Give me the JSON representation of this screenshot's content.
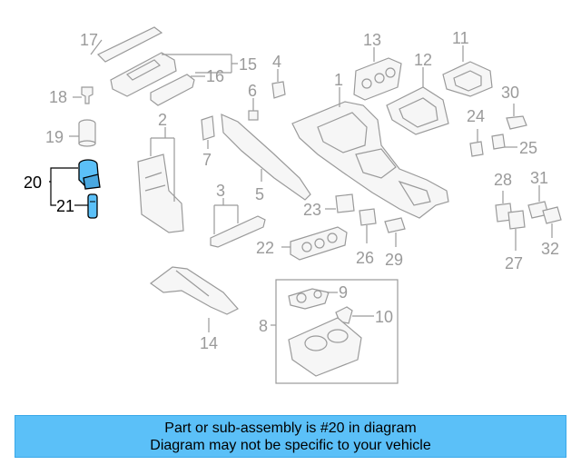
{
  "callouts": {
    "c1": "1",
    "c2": "2",
    "c3": "3",
    "c4": "4",
    "c5": "5",
    "c6": "6",
    "c7": "7",
    "c8": "8",
    "c9": "9",
    "c10": "10",
    "c11": "11",
    "c12": "12",
    "c13": "13",
    "c14": "14",
    "c15": "15",
    "c16": "16",
    "c17": "17",
    "c18": "18",
    "c19": "19",
    "c20": "20",
    "c21": "21",
    "c22": "22",
    "c23": "23",
    "c24": "24",
    "c25": "25",
    "c26": "26",
    "c27": "27",
    "c28": "28",
    "c29": "29",
    "c30": "30",
    "c31": "31",
    "c32": "32"
  },
  "colors": {
    "banner_bg": "#5bc0f8",
    "highlight_part": "#5bc0f8",
    "outline": "#9a9a9a"
  },
  "banner": {
    "line1": "Part or sub-assembly is #20 in diagram",
    "line2": "Diagram may not be specific to your vehicle"
  }
}
